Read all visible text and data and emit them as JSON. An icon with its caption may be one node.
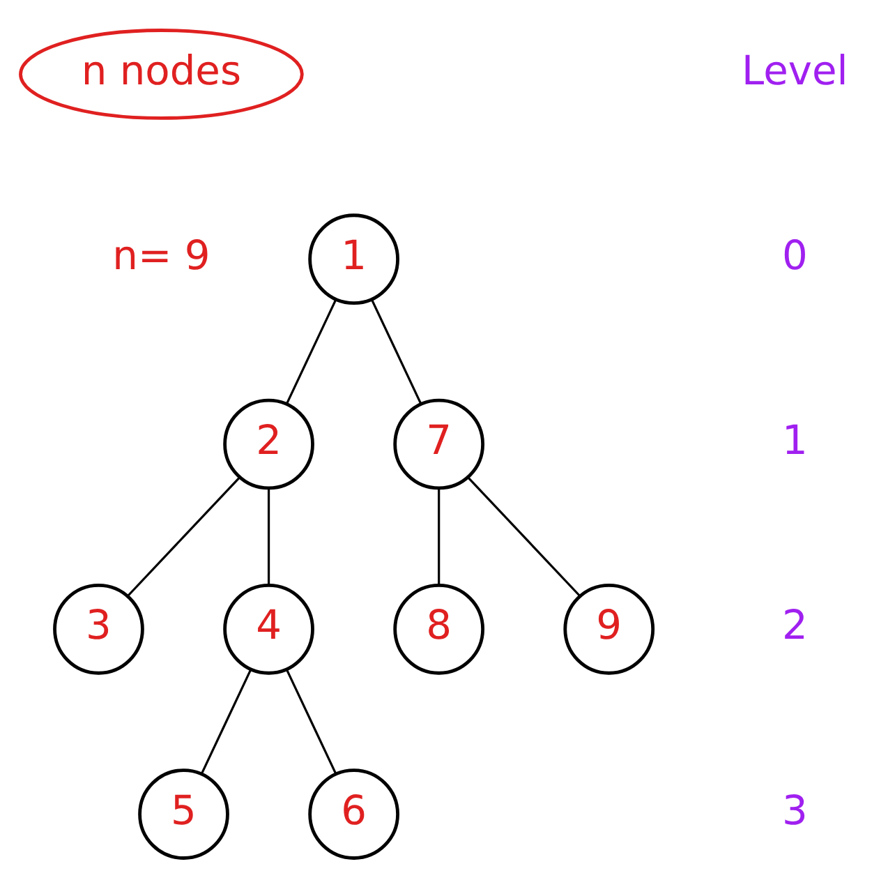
{
  "diagram": {
    "nodes": [
      {
        "text": [
          "n nodes"
        ]
      },
      {
        "text": [
          "1"
        ]
      },
      {
        "text": [
          "2"
        ]
      },
      {
        "text": [
          "7"
        ]
      },
      {
        "text": [
          "3"
        ]
      },
      {
        "text": [
          "4"
        ]
      },
      {
        "text": [
          "8"
        ]
      },
      {
        "text": [
          "9"
        ]
      },
      {
        "text": [
          "5"
        ]
      },
      {
        "text": [
          "6"
        ]
      }
    ],
    "edges": [
      {
        "from": 1,
        "to": 2,
        "arrow": "none"
      },
      {
        "from": 1,
        "to": 3,
        "arrow": "none"
      },
      {
        "from": 2,
        "to": 4,
        "arrow": "none"
      },
      {
        "from": 2,
        "to": 5,
        "arrow": "none"
      },
      {
        "from": 3,
        "to": 6,
        "arrow": "none"
      },
      {
        "from": 3,
        "to": 7,
        "arrow": "none"
      },
      {
        "from": 5,
        "to": 8,
        "arrow": "none"
      },
      {
        "from": 5,
        "to": 9,
        "arrow": "none"
      }
    ],
    "labels": [
      "Level",
      "n= 9",
      "0",
      "1",
      "2",
      "3"
    ]
  }
}
